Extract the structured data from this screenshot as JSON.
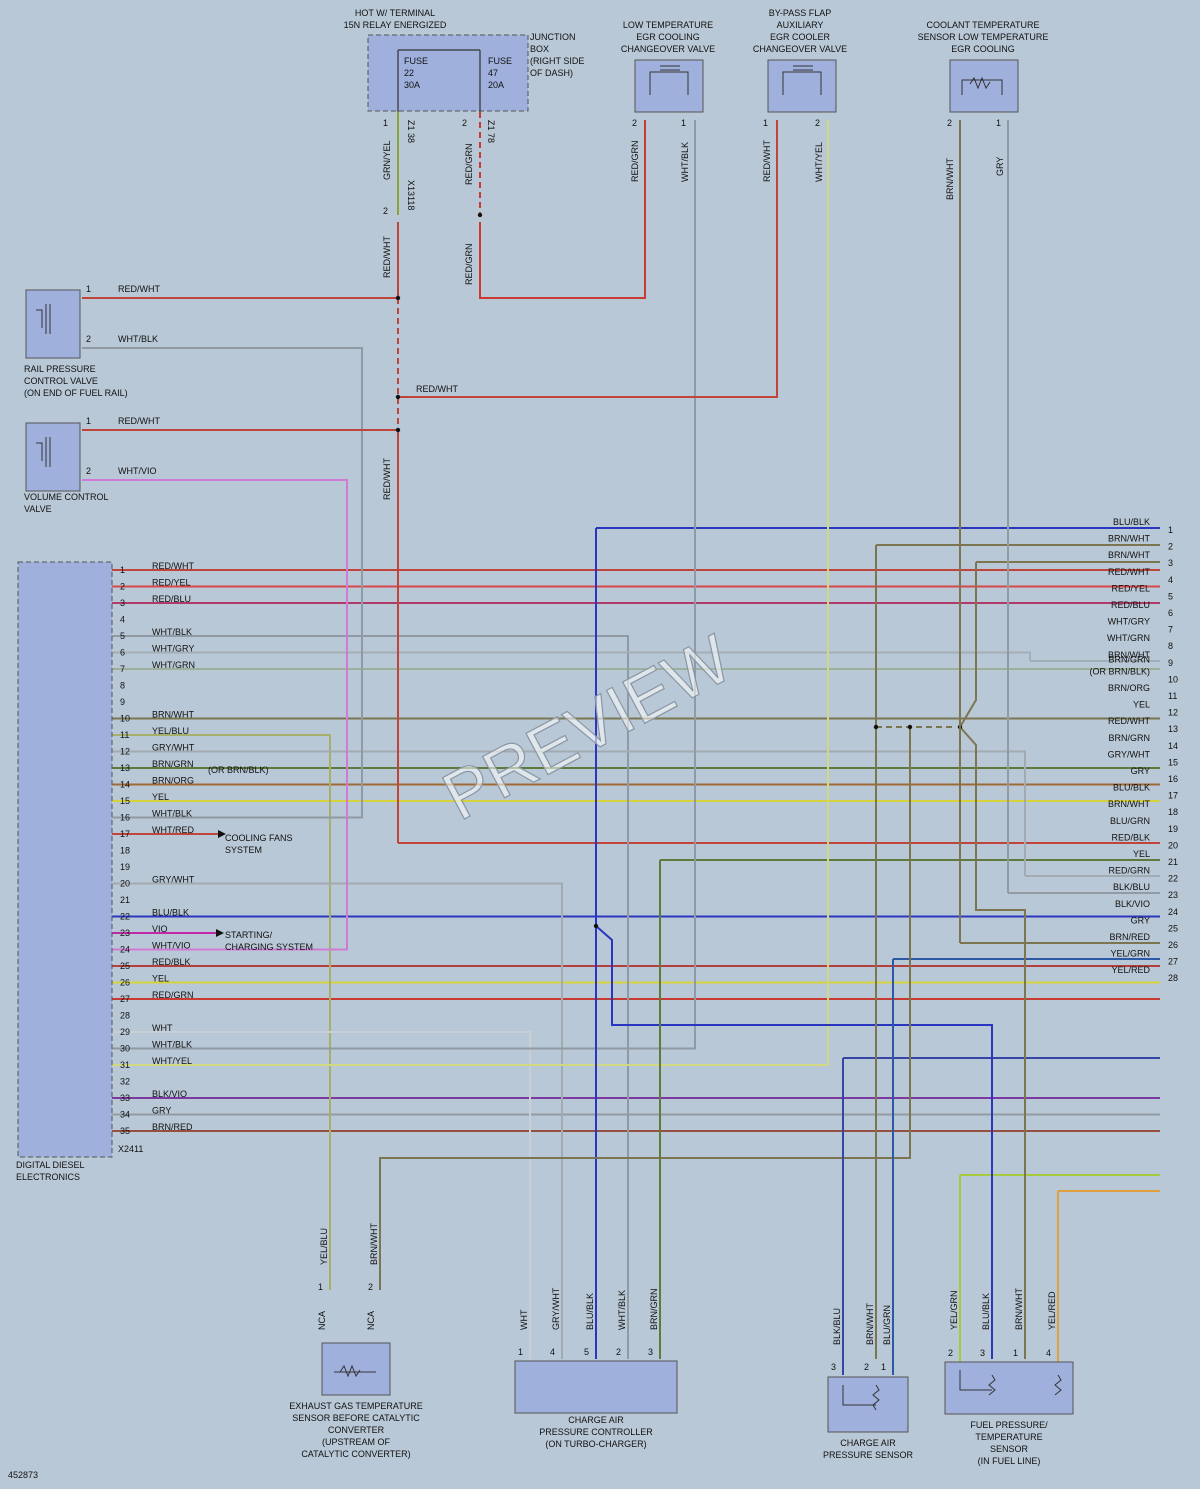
{
  "diagram_id": "452873",
  "watermark": "PREVIEW",
  "colors": {
    "background": "#b9c8d6",
    "component_fill": "#9fb0dc",
    "RED/WHT": "#c0443a",
    "RED/GRN": "#c83a32",
    "RED/YEL": "#d8484a",
    "RED/BLU": "#b03a6a",
    "RED/BLK": "#b3403c",
    "WHT/BLK": "#8f9aa4",
    "WHT/VIO": "#d07ad6",
    "WHT/GRY": "#a4aeb6",
    "WHT/GRN": "#9fb09a",
    "WHT/YEL": "#d0d884",
    "WHT": "#c9cfd6",
    "GRY/WHT": "#a2aab2",
    "GRY": "#929aa2",
    "GRN/YEL": "#8aa43a",
    "BRN/WHT": "#7c7650",
    "BRN/GRN": "#5f7a3c",
    "BRN/ORG": "#a06a36",
    "BRN/RED": "#955040",
    "YEL": "#d6d23c",
    "YEL/BLU": "#a6b068",
    "YEL/GRN": "#a7ca3c",
    "YEL/RED": "#e0a040",
    "BLU/BLK": "#2a36c0",
    "BLU/GRN": "#2c58a8",
    "BLK/BLU": "#3546a6",
    "BLK/VIO": "#7a3aa0",
    "VIO": "#c02aa8"
  },
  "top": {
    "hot_label": "HOT W/ TERMINAL\n15N RELAY ENERGIZED",
    "junction_box": "JUNCTION\nBOX\n(RIGHT SIDE\nOF DASH)",
    "fuse22": "FUSE\n22\n30A",
    "fuse47": "FUSE\n47\n20A",
    "z138": "Z1 38",
    "z178": "Z1 78",
    "x13118": "X13118",
    "pin1": "1",
    "pin2": "2"
  },
  "components": {
    "lt_valve": "LOW TEMPERATURE\nEGR COOLING\nCHANGEOVER VALVE",
    "bypass_valve": "BY-PASS FLAP\nAUXILIARY\nEGR COOLER\nCHANGEOVER VALVE",
    "coolant_sensor": "COOLANT TEMPERATURE\nSENSOR LOW TEMPERATURE\nEGR COOLING",
    "rail_valve": "RAIL PRESSURE\nCONTROL VALVE\n(ON END OF FUEL RAIL)",
    "volume_valve": "VOLUME CONTROL\nVALVE",
    "dde": "DIGITAL DIESEL\nELECTRONICS",
    "dde_conn": "X2411",
    "exhaust_sensor": "EXHAUST GAS TEMPERATURE\nSENSOR BEFORE CATALYTIC\nCONVERTER\n(UPSTREAM OF\nCATALYTIC CONVERTER)",
    "charge_controller": "CHARGE AIR\nPRESSURE CONTROLLER\n(ON TURBO-CHARGER)",
    "charge_sensor": "CHARGE AIR\nPRESSURE SENSOR",
    "fuel_sensor": "FUEL PRESSURE/\nTEMPERATURE\nSENSOR\n(IN FUEL LINE)",
    "cooling_fans": "COOLING FANS\nSYSTEM",
    "starting_charging": "STARTING/\nCHARGING SYSTEM",
    "or_brn_blk": "(OR BRN/BLK)",
    "nca": "NCA"
  },
  "wire_labels": {
    "grn_yel": "GRN/YEL",
    "red_grn": "RED/GRN",
    "red_wht": "RED/WHT",
    "wht_blk": "WHT/BLK",
    "wht_yel": "WHT/YEL",
    "brn_wht": "BRN/WHT",
    "gry": "GRY",
    "wht_vio": "WHT/VIO",
    "yel_blu": "YEL/BLU"
  },
  "dde_pins": [
    {
      "n": "1",
      "c": "RED/WHT"
    },
    {
      "n": "2",
      "c": "RED/YEL"
    },
    {
      "n": "3",
      "c": "RED/BLU"
    },
    {
      "n": "4",
      "c": ""
    },
    {
      "n": "5",
      "c": "WHT/BLK"
    },
    {
      "n": "6",
      "c": "WHT/GRY"
    },
    {
      "n": "7",
      "c": "WHT/GRN"
    },
    {
      "n": "8",
      "c": ""
    },
    {
      "n": "9",
      "c": ""
    },
    {
      "n": "10",
      "c": "BRN/WHT"
    },
    {
      "n": "11",
      "c": "YEL/BLU"
    },
    {
      "n": "12",
      "c": "GRY/WHT"
    },
    {
      "n": "13",
      "c": "BRN/GRN"
    },
    {
      "n": "14",
      "c": "BRN/ORG"
    },
    {
      "n": "15",
      "c": "YEL"
    },
    {
      "n": "16",
      "c": "WHT/BLK"
    },
    {
      "n": "17",
      "c": "WHT/RED"
    },
    {
      "n": "18",
      "c": ""
    },
    {
      "n": "19",
      "c": ""
    },
    {
      "n": "20",
      "c": "GRY/WHT"
    },
    {
      "n": "21",
      "c": ""
    },
    {
      "n": "22",
      "c": "BLU/BLK"
    },
    {
      "n": "23",
      "c": "VIO"
    },
    {
      "n": "24",
      "c": "WHT/VIO"
    },
    {
      "n": "25",
      "c": "RED/BLK"
    },
    {
      "n": "26",
      "c": "YEL"
    },
    {
      "n": "27",
      "c": "RED/GRN"
    },
    {
      "n": "28",
      "c": ""
    },
    {
      "n": "29",
      "c": "WHT"
    },
    {
      "n": "30",
      "c": "WHT/BLK"
    },
    {
      "n": "31",
      "c": "WHT/YEL"
    },
    {
      "n": "32",
      "c": ""
    },
    {
      "n": "33",
      "c": "BLK/VIO"
    },
    {
      "n": "34",
      "c": "GRY"
    },
    {
      "n": "35",
      "c": "BRN/RED"
    }
  ],
  "right_labels": [
    {
      "t": "BLU/BLK",
      "n": "1"
    },
    {
      "t": "BRN/WHT",
      "n": "2"
    },
    {
      "t": "BRN/WHT",
      "n": "3"
    },
    {
      "t": "RED/WHT",
      "n": "4"
    },
    {
      "t": "RED/YEL",
      "n": "5"
    },
    {
      "t": "RED/BLU",
      "n": "6"
    },
    {
      "t": "WHT/GRY",
      "n": "7"
    },
    {
      "t": "WHT/GRN",
      "n": "8"
    },
    {
      "t": "BRN/WHT",
      "n": "9"
    },
    {
      "t": "BRN/GRN\n(OR BRN/BLK)",
      "n": "10"
    },
    {
      "t": "BRN/ORG",
      "n": "11"
    },
    {
      "t": "YEL",
      "n": "12"
    },
    {
      "t": "RED/WHT",
      "n": "13"
    },
    {
      "t": "BRN/GRN",
      "n": "14"
    },
    {
      "t": "GRY/WHT",
      "n": "15"
    },
    {
      "t": "GRY",
      "n": "16"
    },
    {
      "t": "BLU/BLK",
      "n": "17"
    },
    {
      "t": "BRN/WHT",
      "n": "18"
    },
    {
      "t": "BLU/GRN",
      "n": "19"
    },
    {
      "t": "RED/BLK",
      "n": "20"
    },
    {
      "t": "YEL",
      "n": "21"
    },
    {
      "t": "RED/GRN",
      "n": "22"
    },
    {
      "t": "BLK/BLU",
      "n": "23"
    },
    {
      "t": "BLK/VIO",
      "n": "24"
    },
    {
      "t": "GRY",
      "n": "25"
    },
    {
      "t": "BRN/RED",
      "n": "26"
    },
    {
      "t": "YEL/GRN",
      "n": "27"
    },
    {
      "t": "YEL/RED",
      "n": "28"
    }
  ],
  "bottom_wires": {
    "exhaust": [
      {
        "c": "YEL/BLU",
        "p": "1"
      },
      {
        "c": "BRN/WHT",
        "p": "2"
      }
    ],
    "controller": [
      {
        "c": "WHT",
        "p": "1"
      },
      {
        "c": "GRY/WHT",
        "p": "4"
      },
      {
        "c": "BLU/BLK",
        "p": "5"
      },
      {
        "c": "WHT/BLK",
        "p": "2"
      },
      {
        "c": "BRN/GRN",
        "p": "3"
      }
    ],
    "charge_sensor": [
      {
        "c": "BLK/BLU",
        "p": "3"
      },
      {
        "c": "BRN/WHT",
        "p": "2"
      },
      {
        "c": "BLU/GRN",
        "p": "1"
      }
    ],
    "fuel_sensor": [
      {
        "c": "YEL/GRN",
        "p": "2"
      },
      {
        "c": "BLU/BLK",
        "p": "3"
      },
      {
        "c": "BRN/WHT",
        "p": "1"
      },
      {
        "c": "YEL/RED",
        "p": "4"
      }
    ]
  }
}
